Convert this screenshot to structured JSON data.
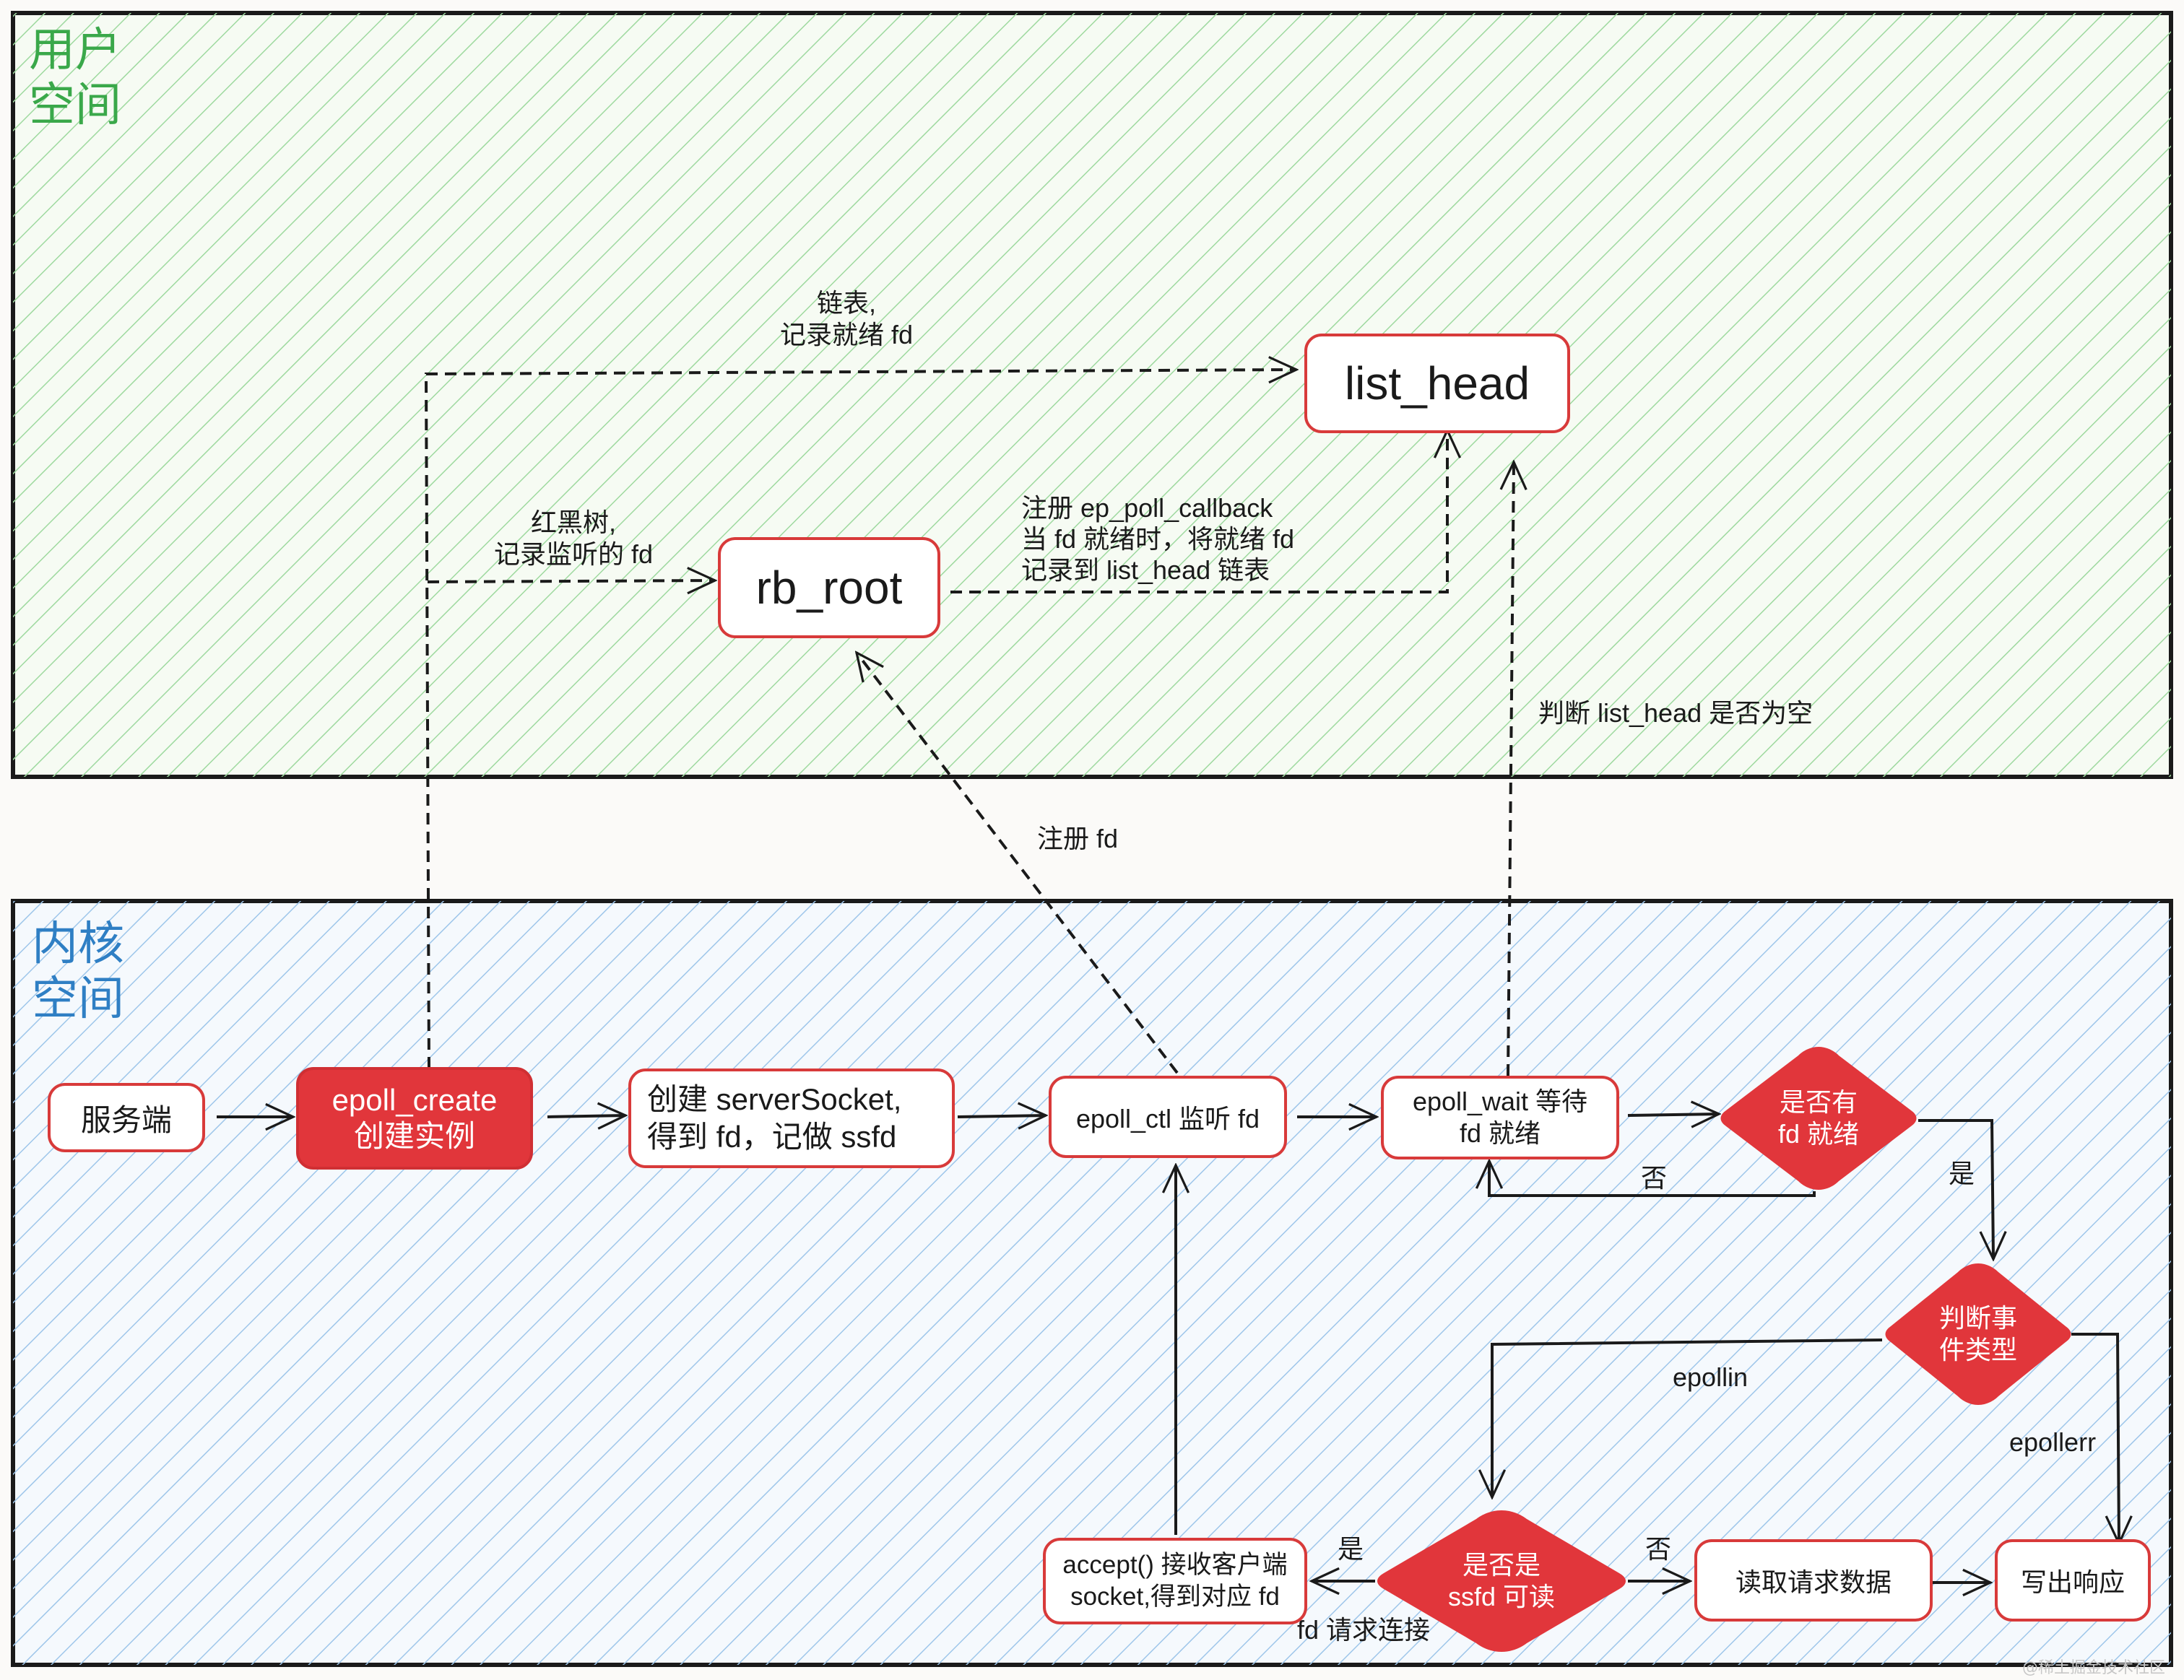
{
  "zones": {
    "user": {
      "title": "用户\n空间",
      "color": "#3aa84a"
    },
    "kernel": {
      "title": "内核\n空间",
      "color": "#2f7fc4"
    }
  },
  "nodes": {
    "list_head": "list_head",
    "rb_root": "rb_root",
    "server": "服务端",
    "epoll_create": "epoll_create\n创建实例",
    "create_socket": "创建 serverSocket,\n得到 fd，记做 ssfd",
    "epoll_ctl": "epoll_ctl 监听 fd",
    "epoll_wait": "epoll_wait 等待\nfd 就绪",
    "has_ready": "是否有\nfd 就绪",
    "event_type": "判断事\n件类型",
    "is_ssfd": "是否是\nssfd 可读",
    "accept": "accept() 接收客户端\nsocket,得到对应 fd",
    "read_req": "读取请求数据",
    "write_resp": "写出响应"
  },
  "labels": {
    "linked_list": "链表,\n记录就绪 fd",
    "rb_tree": "红黑树,\n记录监听的 fd",
    "register_callback": "注册 ep_poll_callback\n当 fd 就绪时，将就绪 fd\n记录到 list_head 链表",
    "check_list_head": "判断 list_head 是否为空",
    "register_fd": "注册 fd",
    "no_1": "否",
    "yes_1": "是",
    "epollin": "epollin",
    "epollerr": "epollerr",
    "yes_2": "是",
    "no_2": "否",
    "fd_conn_request": "fd 请求连接"
  },
  "watermark": "@稀土掘金技术社区",
  "colors": {
    "accent_red": "#e1363b",
    "border_red": "#d83a3a",
    "user_hatch": "#9ed99f",
    "kernel_hatch": "#9ec6ea"
  }
}
